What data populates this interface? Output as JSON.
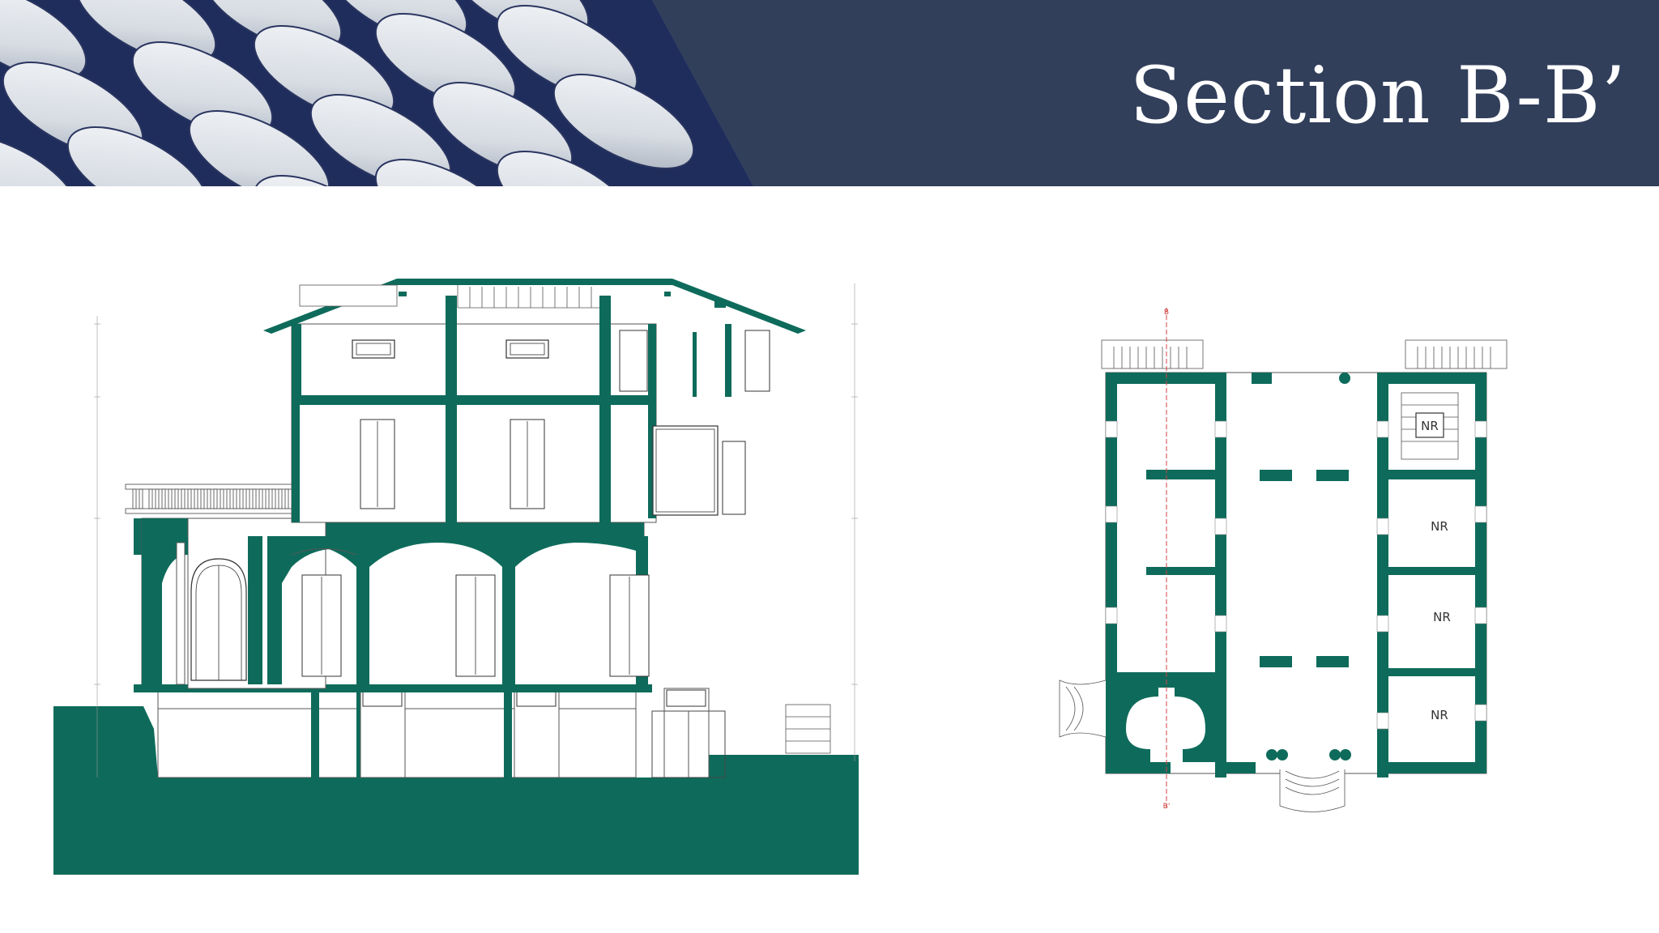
{
  "slide": {
    "title": "Section B-B’"
  },
  "floor_plan": {
    "room_labels": [
      "NR",
      "NR",
      "NR",
      "NR"
    ],
    "section_markers": [
      "B",
      "B'"
    ]
  },
  "colors": {
    "header_band": "#323f5b",
    "header_stripe": "#6b7a96",
    "cut_fill": "#0e6b5b",
    "background": "#ffffff",
    "section_line": "#d04040"
  }
}
